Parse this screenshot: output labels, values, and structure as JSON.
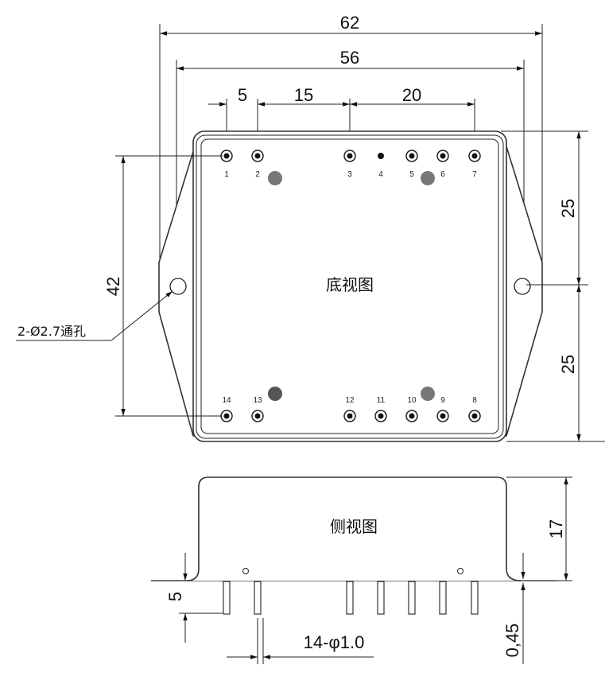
{
  "bottom_view": {
    "title": "底视图",
    "dims": {
      "overall_width": "62",
      "hole_spacing": "56",
      "pitch_a": "5",
      "pitch_b": "15",
      "pitch_c": "20",
      "pin_rows": "42",
      "half_height_top": "25",
      "half_height_bottom": "25"
    },
    "mount_hole_note": "2-Ø2.7通孔",
    "top_pins": [
      "1",
      "2",
      "3",
      "4",
      "5",
      "6",
      "7"
    ],
    "bottom_pins": [
      "14",
      "13",
      "12",
      "11",
      "10",
      "9",
      "8"
    ]
  },
  "side_view": {
    "title": "侧视图",
    "dims": {
      "height": "17",
      "pin_length": "5",
      "pin_note": "14-φ1.0",
      "flange": "0,45"
    }
  },
  "colors": {
    "line": "#222222",
    "marker": "#777777"
  }
}
